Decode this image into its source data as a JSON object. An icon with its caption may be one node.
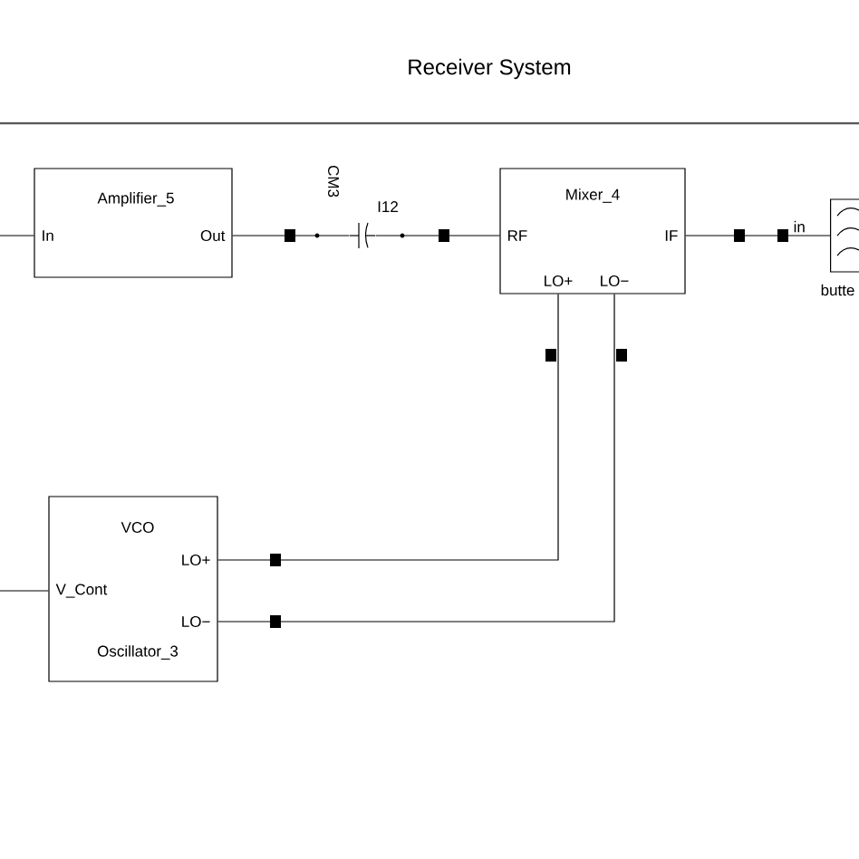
{
  "diagram": {
    "title": "Receiver System",
    "nodes": [
      {
        "text": [
          "Amplifier_5",
          "In",
          "Out"
        ]
      },
      {
        "text": [
          "CM3",
          "I12"
        ]
      },
      {
        "text": [
          "Mixer_4",
          "RF",
          "IF",
          "LO+",
          "LO−"
        ]
      },
      {
        "text": [
          "in"
        ],
        "beside": [
          "butte"
        ]
      },
      {
        "text": [
          "VCO",
          "LO+",
          "V_Cont",
          "LO−",
          "Oscillator_3"
        ]
      }
    ],
    "edges": [
      {
        "from": null,
        "to": 0,
        "arrow": "none"
      },
      {
        "from": 0,
        "to": 1,
        "arrow": "none"
      },
      {
        "from": 1,
        "to": 2,
        "arrow": "none"
      },
      {
        "from": 2,
        "to": 3,
        "arrow": "none"
      },
      {
        "from": 4,
        "to": 2,
        "arrow": "none"
      },
      {
        "from": 4,
        "to": 2,
        "arrow": "none"
      },
      {
        "from": null,
        "to": 4,
        "arrow": "none"
      }
    ]
  }
}
